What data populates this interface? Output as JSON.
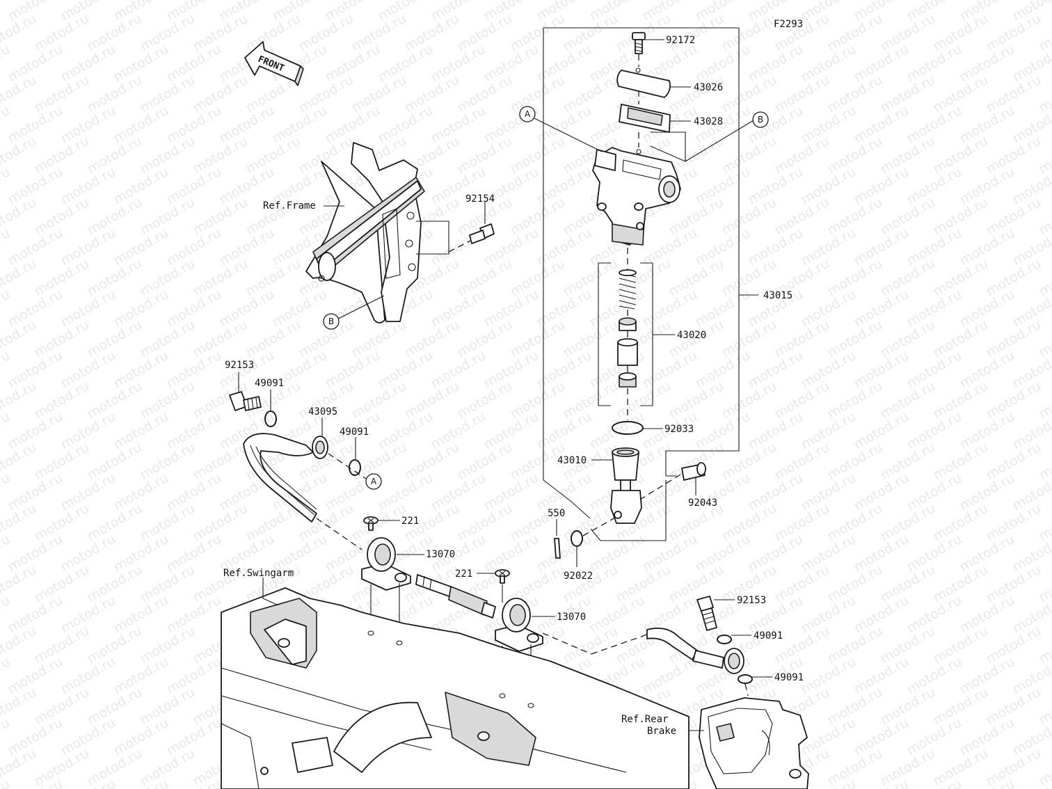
{
  "figure_code": "F2293",
  "direction_label": "FRONT",
  "watermark_text": "motod.ru",
  "references": {
    "frame": "Ref.Frame",
    "swingarm": "Ref.Swingarm",
    "rear_brake_line1": "Ref.Rear",
    "rear_brake_line2": "Brake"
  },
  "callouts": {
    "a": "A",
    "b": "B"
  },
  "parts": {
    "p92172": "92172",
    "p43026": "43026",
    "p43028": "43028",
    "p43015": "43015",
    "p43020": "43020",
    "p92033": "92033",
    "p43010": "43010",
    "p92043": "92043",
    "p550": "550",
    "p92022": "92022",
    "p92154": "92154",
    "p92153_top": "92153",
    "p49091_a": "49091",
    "p43095": "43095",
    "p49091_b": "49091",
    "p221_a": "221",
    "p13070_a": "13070",
    "p221_b": "221",
    "p13070_b": "13070",
    "p92153_bottom": "92153",
    "p49091_c": "49091",
    "p49091_d": "49091"
  }
}
